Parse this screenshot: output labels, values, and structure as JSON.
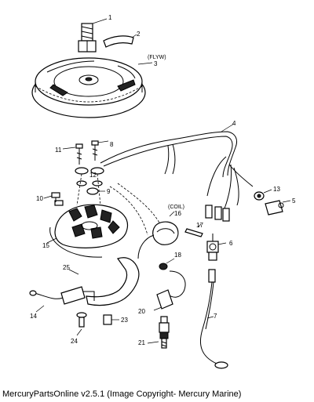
{
  "caption": "MercuryPartsOnline v2.5.1 (Image Copyright- Mercury Marine)",
  "labels": {
    "l1": "1",
    "l2": "2",
    "l3": "3",
    "flyw": "(FLYW)",
    "l4": "4",
    "l5": "5",
    "l6": "6",
    "l7": "7",
    "l8": "8",
    "l9": "9",
    "l10": "10",
    "l11": "11",
    "l12": "12",
    "l13": "13",
    "l14": "14",
    "l15": "15",
    "l16": "16",
    "coil": "(COIL)",
    "l17": "17",
    "l18": "18",
    "l20": "20",
    "l21": "21",
    "l23": "23",
    "l24": "24",
    "l25": "25"
  }
}
